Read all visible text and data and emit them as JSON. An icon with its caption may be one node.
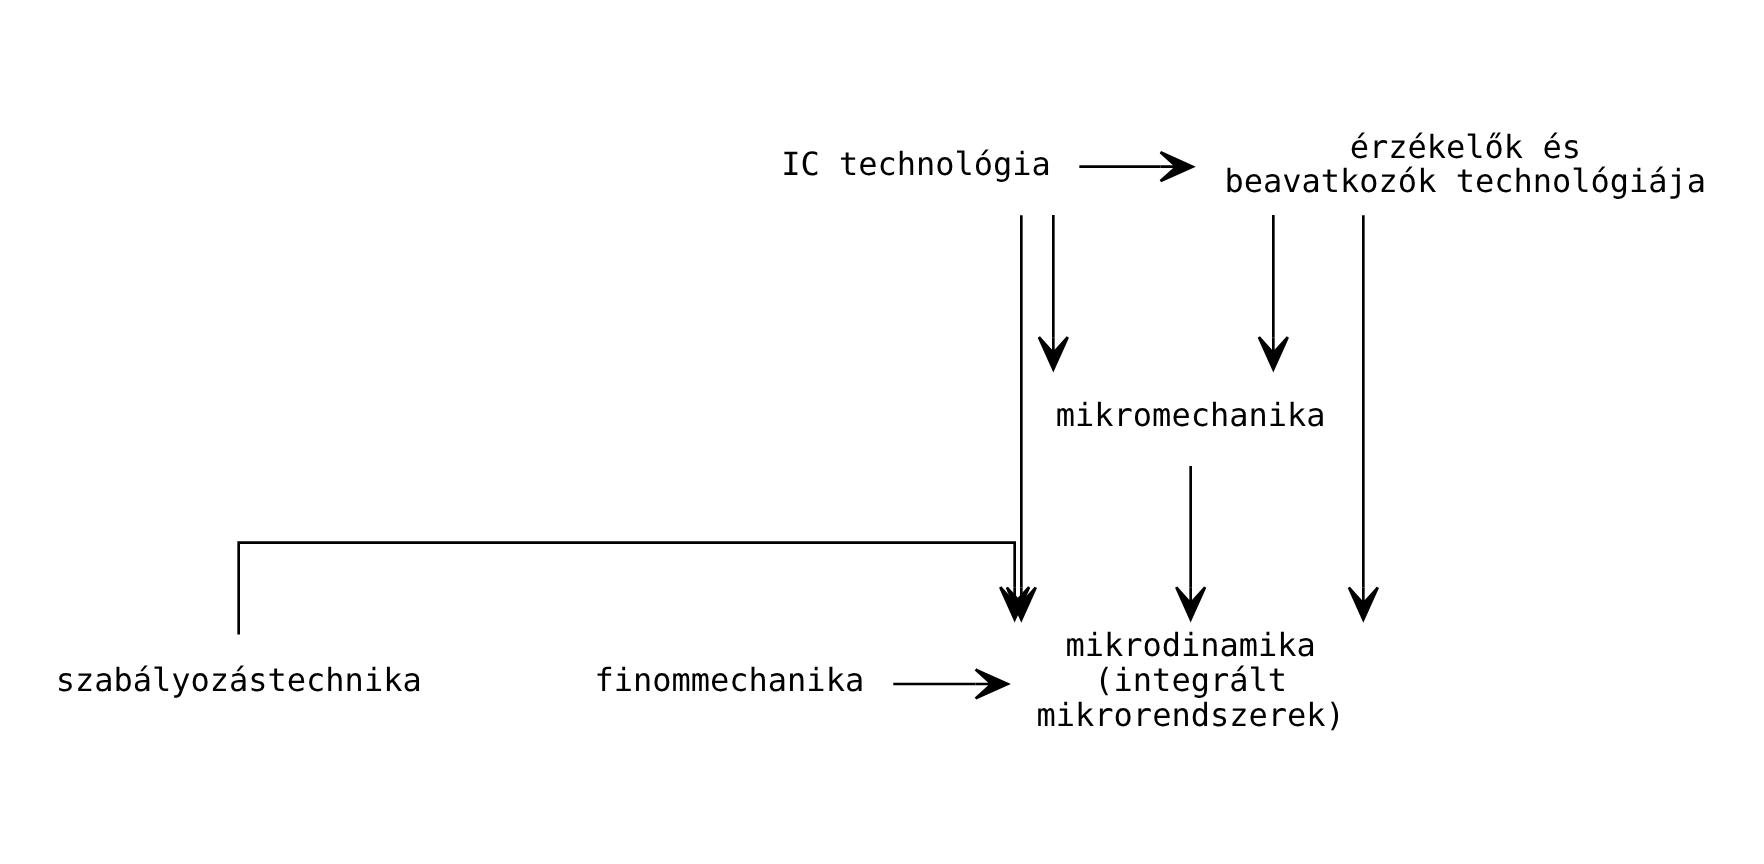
{
  "diagram": {
    "nodes": [
      {
        "text": [
          "IC technológia"
        ]
      },
      {
        "text": [
          "érzékelők és beavatkozók technológiája"
        ]
      },
      {
        "text": [
          "mikromechanika"
        ]
      },
      {
        "text": [
          "szabályozástechnika"
        ]
      },
      {
        "text": [
          "mikrodinamika (integrált mikrorendszerek)"
        ]
      },
      {
        "text": [
          "finommechanika"
        ]
      }
    ],
    "edges": [
      {
        "from": 0,
        "to": 1,
        "arrow": "to"
      },
      {
        "from": 0,
        "to": 2,
        "arrow": "to"
      },
      {
        "from": 1,
        "to": 2,
        "arrow": "to"
      },
      {
        "from": 0,
        "to": 4,
        "arrow": "to"
      },
      {
        "from": 2,
        "to": 4,
        "arrow": "to"
      },
      {
        "from": 1,
        "to": 4,
        "arrow": "to"
      },
      {
        "from": 3,
        "to": 4,
        "arrow": "to"
      },
      {
        "from": 5,
        "to": 4,
        "arrow": "to"
      }
    ]
  }
}
